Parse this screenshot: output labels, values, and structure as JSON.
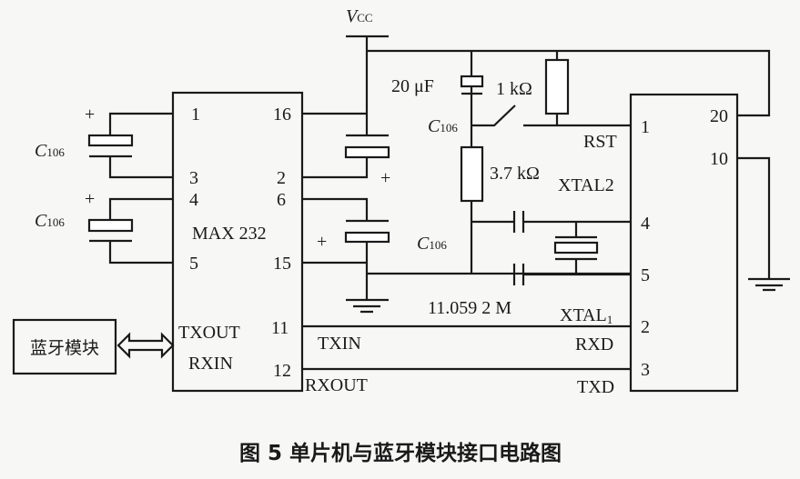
{
  "caption": "图 5   单片机与蓝牙模块接口电路图",
  "vcc": {
    "main": "V",
    "sub": "CC"
  },
  "max232": {
    "name": "MAX 232",
    "left_pins": [
      "1",
      "3",
      "4",
      "5"
    ],
    "right_pins": [
      "16",
      "2",
      "6",
      "15",
      "11",
      "12"
    ],
    "txout": "TXOUT",
    "rxin": "RXIN"
  },
  "mcu": {
    "left_pins": [
      "1",
      "4",
      "5",
      "2",
      "3"
    ],
    "right_pins": [
      "20",
      "10"
    ],
    "rst": "RST",
    "xtal2": "XTAL2",
    "xtal1_main": "XTAL",
    "xtal1_sub": "1",
    "rxd": "RXD",
    "txd": "TXD"
  },
  "bluetooth_module": "蓝牙模块",
  "signals": {
    "txin": "TXIN",
    "rxout": "RXOUT"
  },
  "components": {
    "cap_label": "C",
    "cap_sub": "106",
    "cap_20uf": "20 μF",
    "res_1k": "1 kΩ",
    "res_37k": "3.7 kΩ",
    "crystal": "11.059 2 M",
    "plus": "+"
  }
}
